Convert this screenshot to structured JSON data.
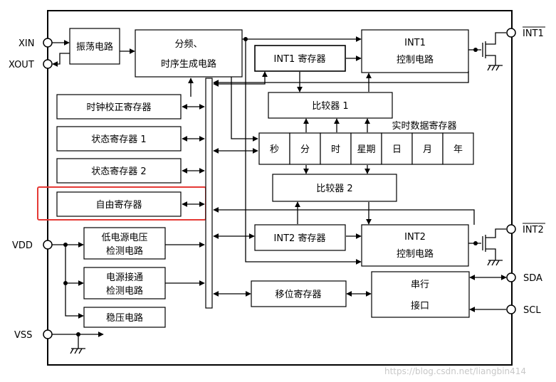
{
  "pins": {
    "xin": "XIN",
    "xout": "XOUT",
    "vdd": "VDD",
    "vss": "VSS",
    "int1": "INT1",
    "int2": "INT2",
    "sda": "SDA",
    "scl": "SCL"
  },
  "blocks": {
    "osc": "振荡电路",
    "divider_l1": "分频、",
    "divider_l2": "时序生成电路",
    "clock_adj": "时钟校正寄存器",
    "status1": "状态寄存器 1",
    "status2": "状态寄存器 2",
    "free": "自由寄存器",
    "lowv_l1": "低电源电压",
    "lowv_l2": "检测电路",
    "poweron_l1": "电源接通",
    "poweron_l2": "检测电路",
    "regulator": "稳压电路",
    "int1_reg": "INT1 寄存器",
    "int1_ctrl_l1": "INT1",
    "int1_ctrl_l2": "控制电路",
    "comp1": "比较器 1",
    "comp2": "比较器 2",
    "rtc_title": "实时数据寄存器",
    "rtc_cells": [
      "秒",
      "分",
      "时",
      "星期",
      "日",
      "月",
      "年"
    ],
    "int2_reg": "INT2 寄存器",
    "int2_ctrl_l1": "INT2",
    "int2_ctrl_l2": "控制电路",
    "shift": "移位寄存器",
    "serial_l1": "串行",
    "serial_l2": "接口"
  },
  "highlight_color": "#e53935",
  "watermark": "https://blog.csdn.net/liangbin414"
}
